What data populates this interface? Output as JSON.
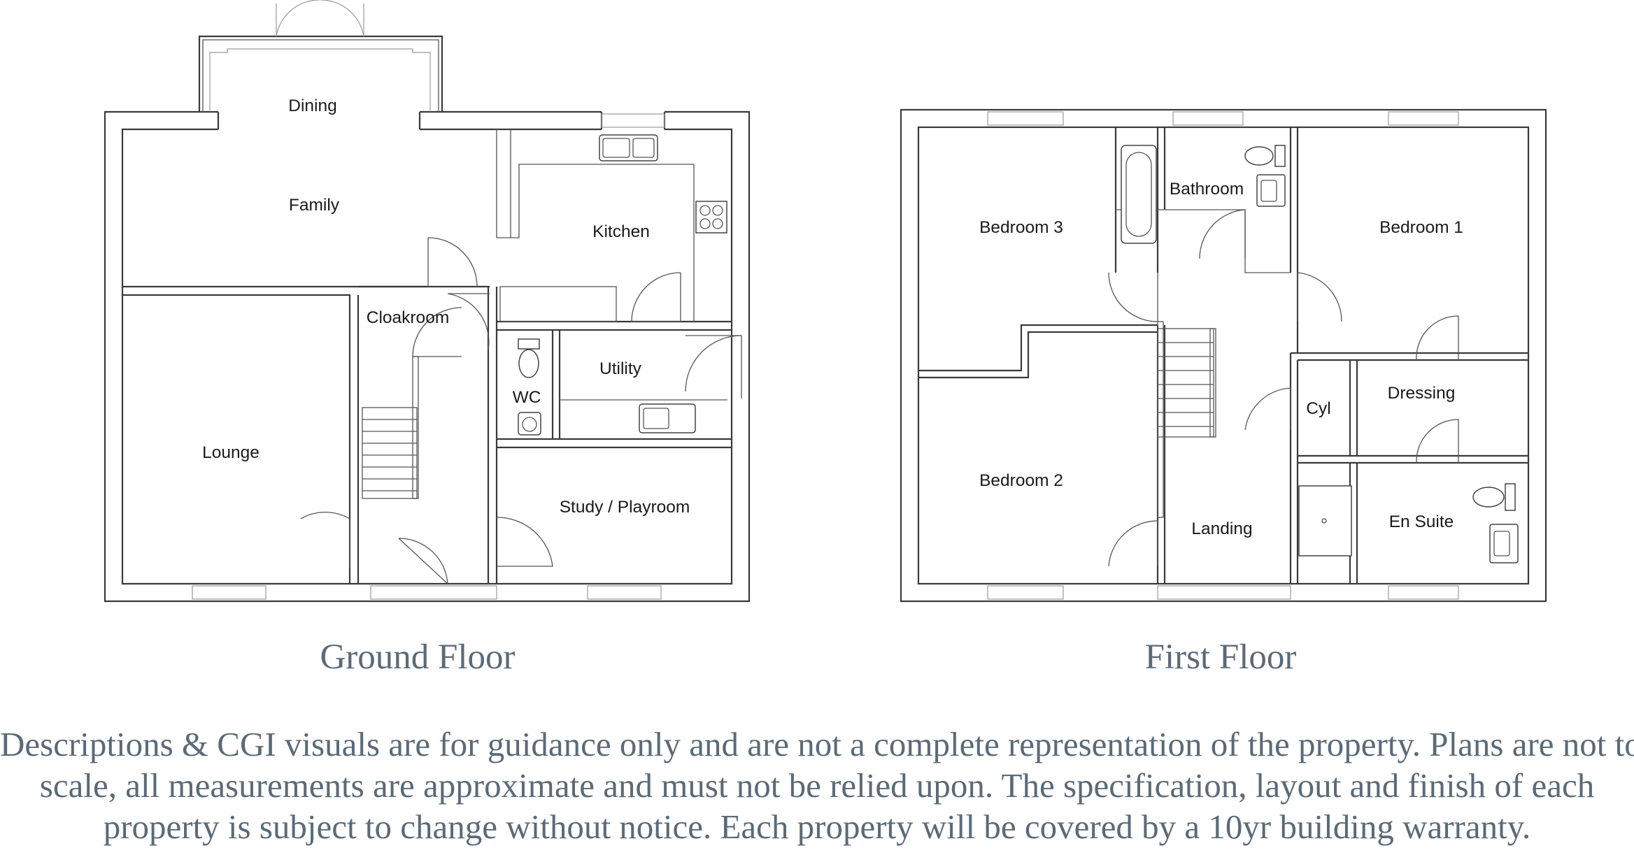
{
  "ground_floor": {
    "title": "Ground Floor",
    "rooms": {
      "dining": "Dining",
      "family": "Family",
      "kitchen": "Kitchen",
      "cloakroom": "Cloakroom",
      "utility": "Utility",
      "wc": "WC",
      "lounge": "Lounge",
      "study": "Study / Playroom"
    }
  },
  "first_floor": {
    "title": "First Floor",
    "rooms": {
      "bedroom3": "Bedroom 3",
      "bathroom": "Bathroom",
      "bedroom1": "Bedroom 1",
      "bedroom2": "Bedroom 2",
      "cyl": "Cyl",
      "dressing": "Dressing",
      "landing": "Landing",
      "ensuite": "En Suite"
    }
  },
  "disclaimer": {
    "line1": "Descriptions & CGI visuals are for guidance only and are not a complete representation of the property. Plans are not to",
    "line2": "scale, all measurements are approximate and must not be relied upon. The specification, layout and finish of each",
    "line3": "property is subject to change without notice. Each property will be covered by a 10yr building warranty."
  }
}
